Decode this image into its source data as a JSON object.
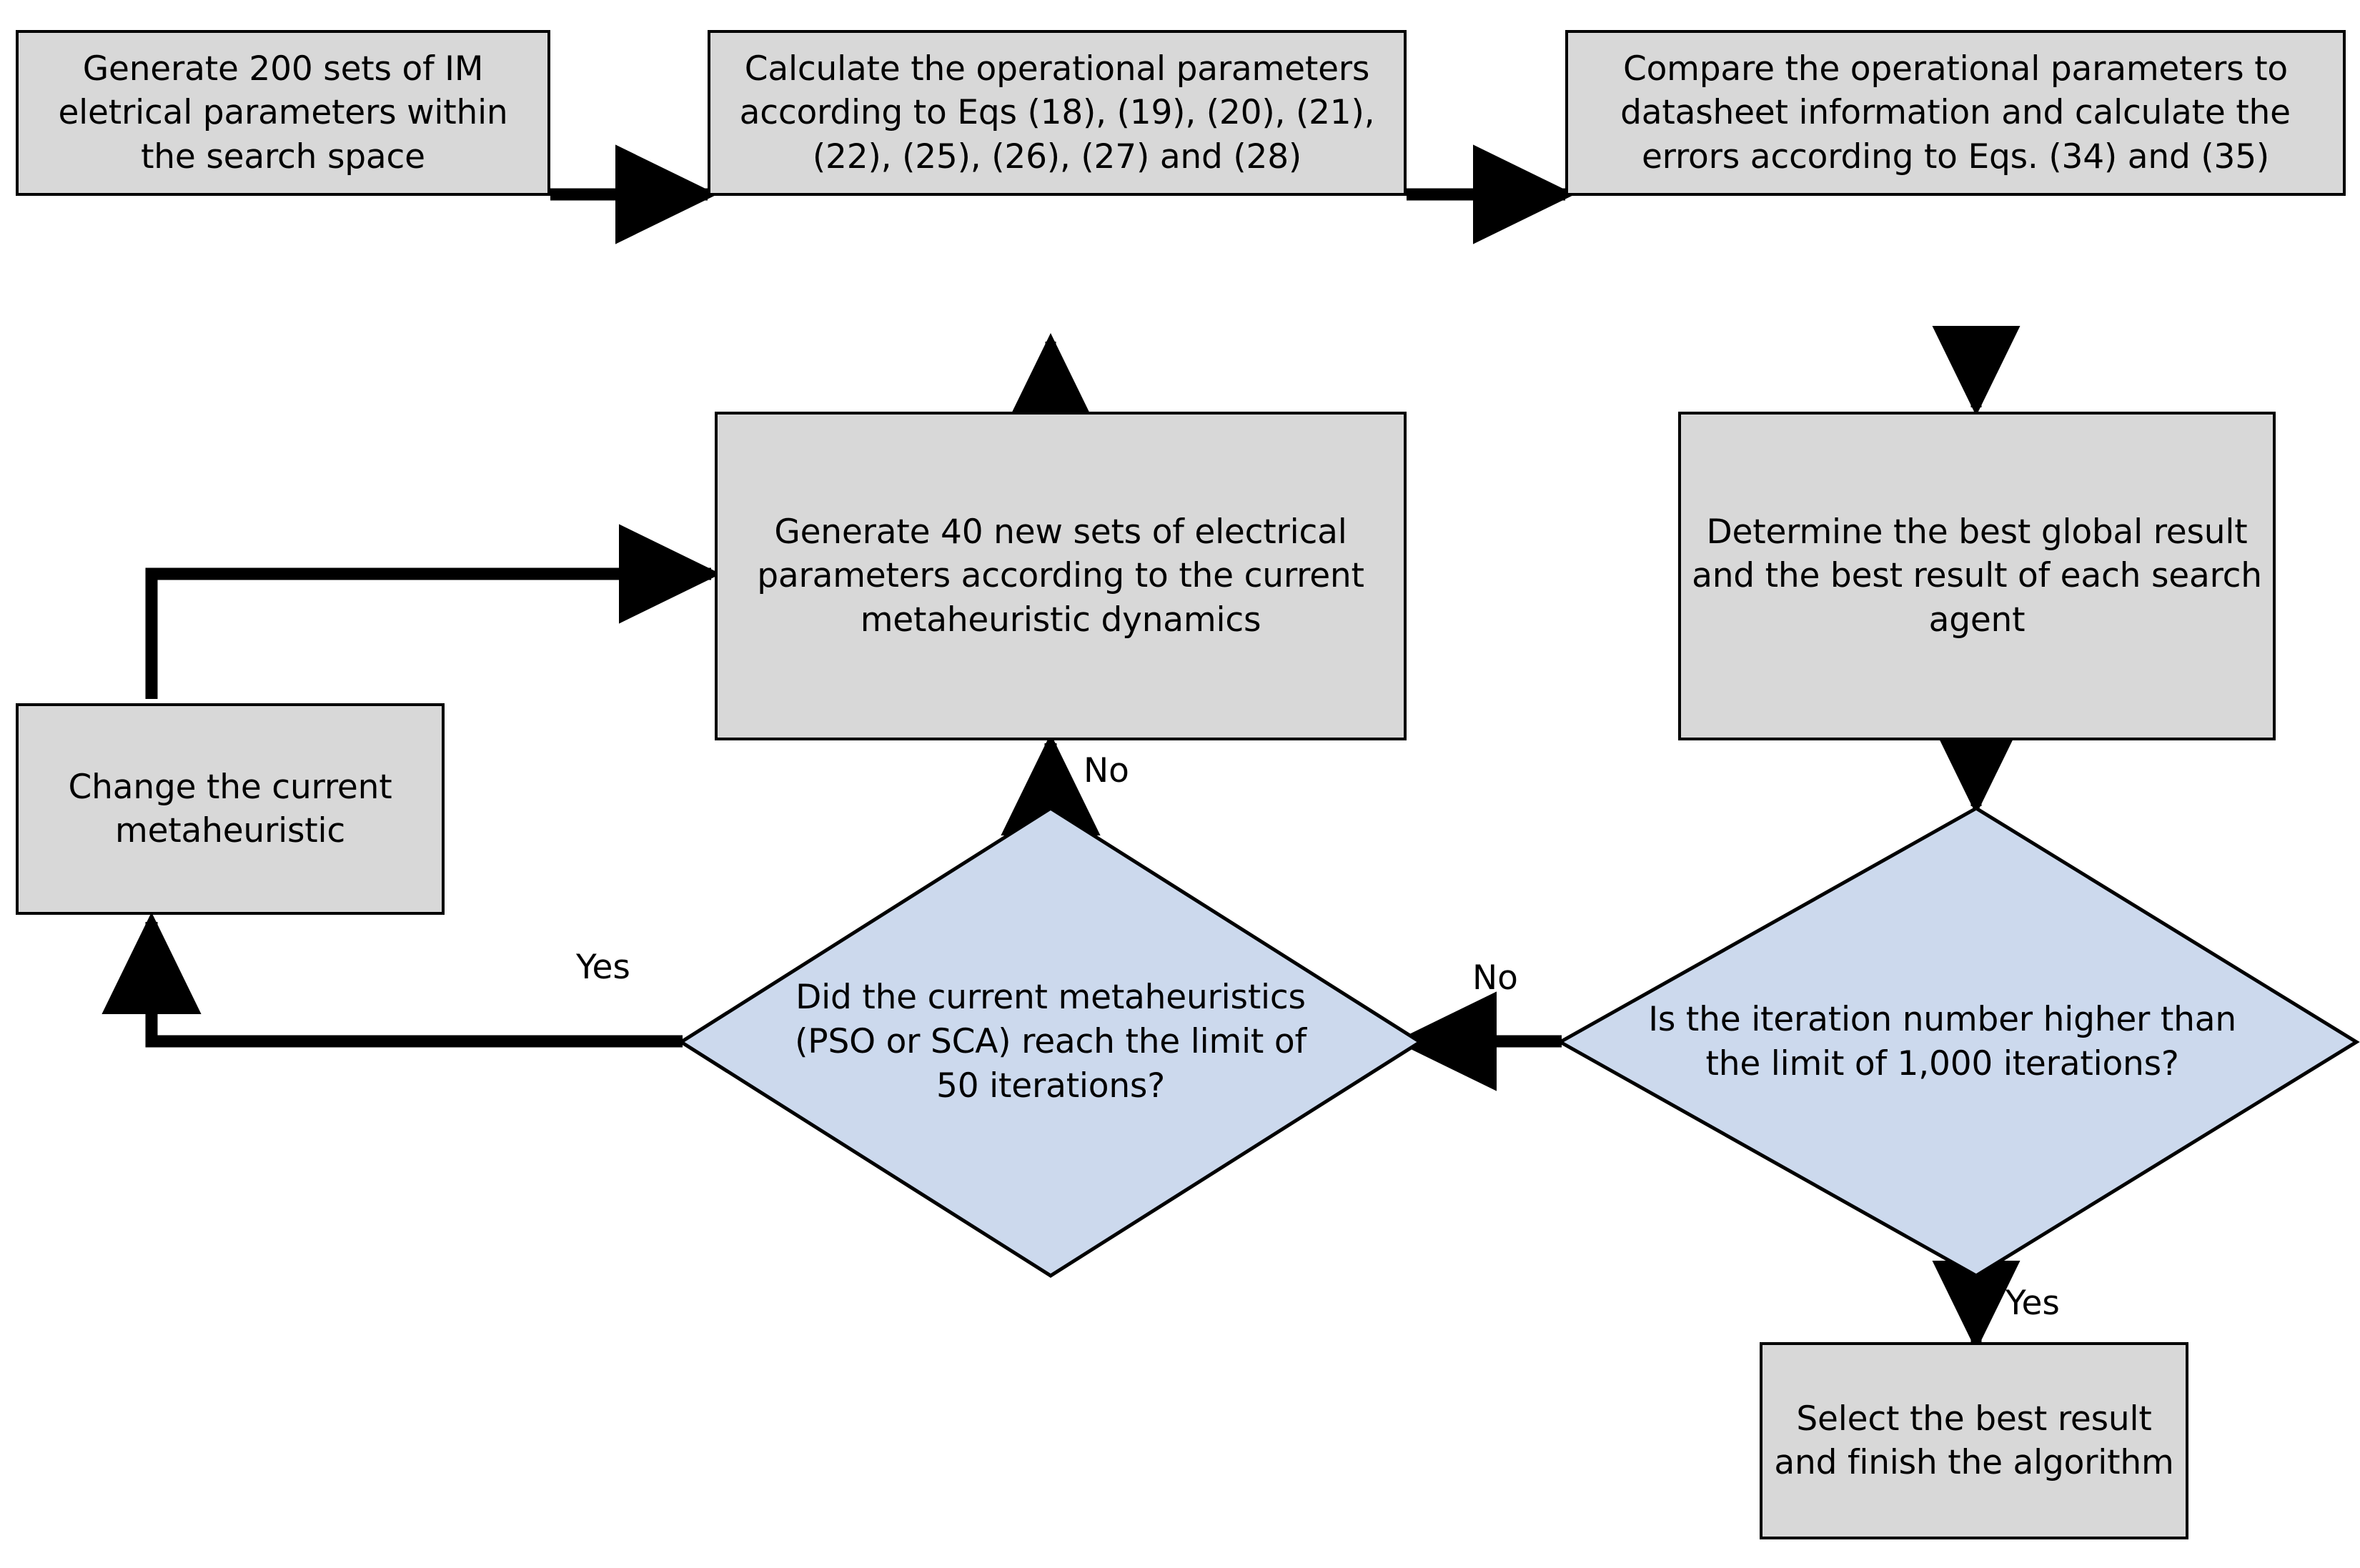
{
  "diagram": {
    "type": "flowchart",
    "title": "Metaheuristic parameter-estimation flowchart",
    "palette": {
      "process_fill": "#d8d8d8",
      "decision_fill": "#ccd9ed",
      "stroke": "#000000",
      "background": "#ffffff"
    },
    "nodes": [
      {
        "id": "generate-200",
        "shape": "process",
        "text": "Generate 200 sets of IM eletrical parameters within the search space",
        "lines": [
          "Generate 200 sets of IM",
          "eletrical parameters",
          "within the search space"
        ]
      },
      {
        "id": "calculate-operational",
        "shape": "process",
        "text": "Calculate the operational parameters according to Eqs (18), (19), (20), (21), (22), (25), (26), (27) and (28)",
        "lines": [
          "Calculate the operational",
          "parameters according to Eqs",
          "(18), (19), (20), (21), (22), (25),",
          "(26), (27) and (28)"
        ]
      },
      {
        "id": "compare-operational",
        "shape": "process",
        "text": "Compare the operational parameters to datasheet information and calculate the errors according to Eqs. (34) and (35)",
        "lines": [
          "Compare the operational",
          "parameters to datasheet",
          "information and calculate the errors",
          "according to Eqs. (34) and (35)"
        ]
      },
      {
        "id": "generate-40",
        "shape": "process",
        "text": "Generate 40 new sets of electrical parameters according to the current metaheuristic dynamics",
        "lines": [
          "Generate 40 new sets of",
          "electrical parameters",
          "according to the current",
          "metaheuristic dynamics"
        ]
      },
      {
        "id": "determine-best",
        "shape": "process",
        "text": "Determine the best global result and the best result of each search agent",
        "lines": [
          "Determine the best global",
          "result and the best result",
          "of each search agent"
        ]
      },
      {
        "id": "change-metaheuristic",
        "shape": "process",
        "text": "Change the current metaheuristic",
        "lines": [
          "Change the",
          "current",
          "metaheuristic"
        ]
      },
      {
        "id": "decision-50-iterations",
        "shape": "decision",
        "text": "Did the current metaheuristics (PSO or SCA) reach the limit of 50 iterations?",
        "lines": [
          "Did the current",
          "metaheuristics (PSO or",
          "SCA) reach the limit of",
          "50 iterations?"
        ]
      },
      {
        "id": "decision-1000-iterations",
        "shape": "decision",
        "text": "Is the iteration number higher than the limit of 1,000 iterations?",
        "lines": [
          "Is the iteration number",
          "higher than the limit of",
          "1,000 iterations?"
        ]
      },
      {
        "id": "select-best",
        "shape": "process",
        "text": "Select the best result and finish the algorithm",
        "lines": [
          "Select the best",
          "result and finish",
          "the algorithm"
        ]
      }
    ],
    "edges": [
      {
        "id": "e1",
        "from": "generate-200",
        "to": "calculate-operational",
        "label": ""
      },
      {
        "id": "e2",
        "from": "calculate-operational",
        "to": "compare-operational",
        "label": ""
      },
      {
        "id": "e3",
        "from": "compare-operational",
        "to": "determine-best",
        "label": ""
      },
      {
        "id": "e4",
        "from": "determine-best",
        "to": "decision-1000-iterations",
        "label": ""
      },
      {
        "id": "e5",
        "from": "decision-1000-iterations",
        "to": "select-best",
        "label": "Yes"
      },
      {
        "id": "e6",
        "from": "decision-1000-iterations",
        "to": "decision-50-iterations",
        "label": "No"
      },
      {
        "id": "e7",
        "from": "decision-50-iterations",
        "to": "generate-40",
        "label": "No"
      },
      {
        "id": "e8",
        "from": "decision-50-iterations",
        "to": "change-metaheuristic",
        "label": "Yes"
      },
      {
        "id": "e9",
        "from": "change-metaheuristic",
        "to": "generate-40",
        "label": ""
      },
      {
        "id": "e10",
        "from": "generate-40",
        "to": "calculate-operational",
        "label": ""
      }
    ],
    "edge_labels": {
      "no_top_left": "No",
      "no_between_diamonds": "No",
      "yes_left": "Yes",
      "yes_bottom": "Yes"
    }
  }
}
